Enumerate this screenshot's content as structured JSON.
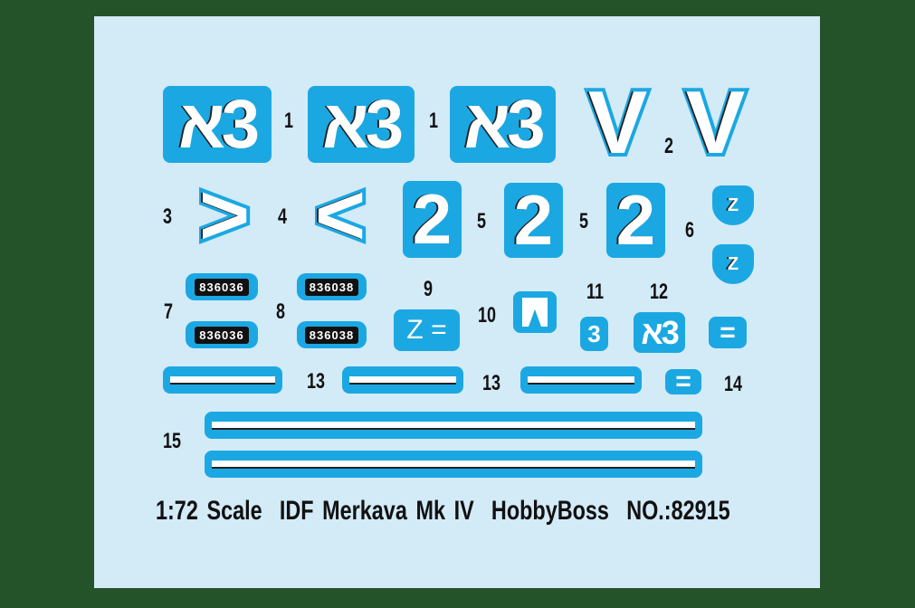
{
  "decals": {
    "n3": "א3",
    "v": "V",
    "gt": ">",
    "lt": "<",
    "two": "2",
    "shield": "Z",
    "plate_a": "836036",
    "plate_b": "836038",
    "nine": "Z =",
    "three": "3",
    "eq": "="
  },
  "labels": {
    "l1": "1",
    "l2": "2",
    "l3": "3",
    "l4": "4",
    "l5": "5",
    "l6": "6",
    "l7": "7",
    "l8": "8",
    "l9": "9",
    "l10": "10",
    "l11": "11",
    "l12": "12",
    "l13": "13",
    "l14": "14",
    "l15": "15"
  },
  "footer": "1:72 Scale  IDF Merkava Mk IV  HobbyBoss  NO.:82915",
  "colors": {
    "background": "#24532a",
    "sheet": "#d3eaf7",
    "decal_blue": "#1ba8e2"
  }
}
